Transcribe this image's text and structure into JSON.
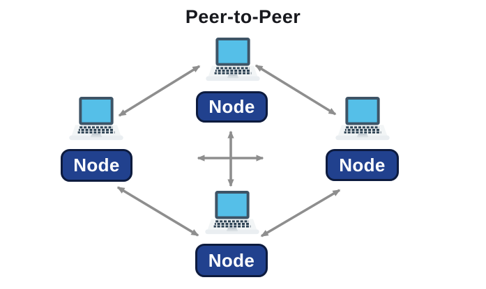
{
  "title": "Peer-to-Peer",
  "diagram_type": "peer-to-peer-network",
  "nodes": [
    {
      "position": "top",
      "label": "Node",
      "icon": "laptop-icon"
    },
    {
      "position": "left",
      "label": "Node",
      "icon": "laptop-icon"
    },
    {
      "position": "right",
      "label": "Node",
      "icon": "laptop-icon"
    },
    {
      "position": "bottom",
      "label": "Node",
      "icon": "laptop-icon"
    }
  ],
  "connections": [
    {
      "from": "left",
      "to": "top",
      "style": "double-arrow"
    },
    {
      "from": "top",
      "to": "right",
      "style": "double-arrow"
    },
    {
      "from": "left",
      "to": "bottom",
      "style": "double-arrow"
    },
    {
      "from": "bottom",
      "to": "right",
      "style": "double-arrow"
    },
    {
      "from": "center",
      "to": "center",
      "style": "cross-double-arrows"
    }
  ],
  "colors": {
    "background": "#ffffff",
    "title_text": "#17181d",
    "node_fill": "#21418e",
    "node_border": "#0d1b3e",
    "node_text": "#ffffff",
    "arrow": "#8e8e8e",
    "laptop_bezel": "#3e5466",
    "laptop_screen": "#55bfe8",
    "laptop_deck": "#f2f5f6",
    "laptop_keys": "#2e4354",
    "laptop_base": "#eaeef1",
    "laptop_touchpad": "#c9d1d7"
  }
}
